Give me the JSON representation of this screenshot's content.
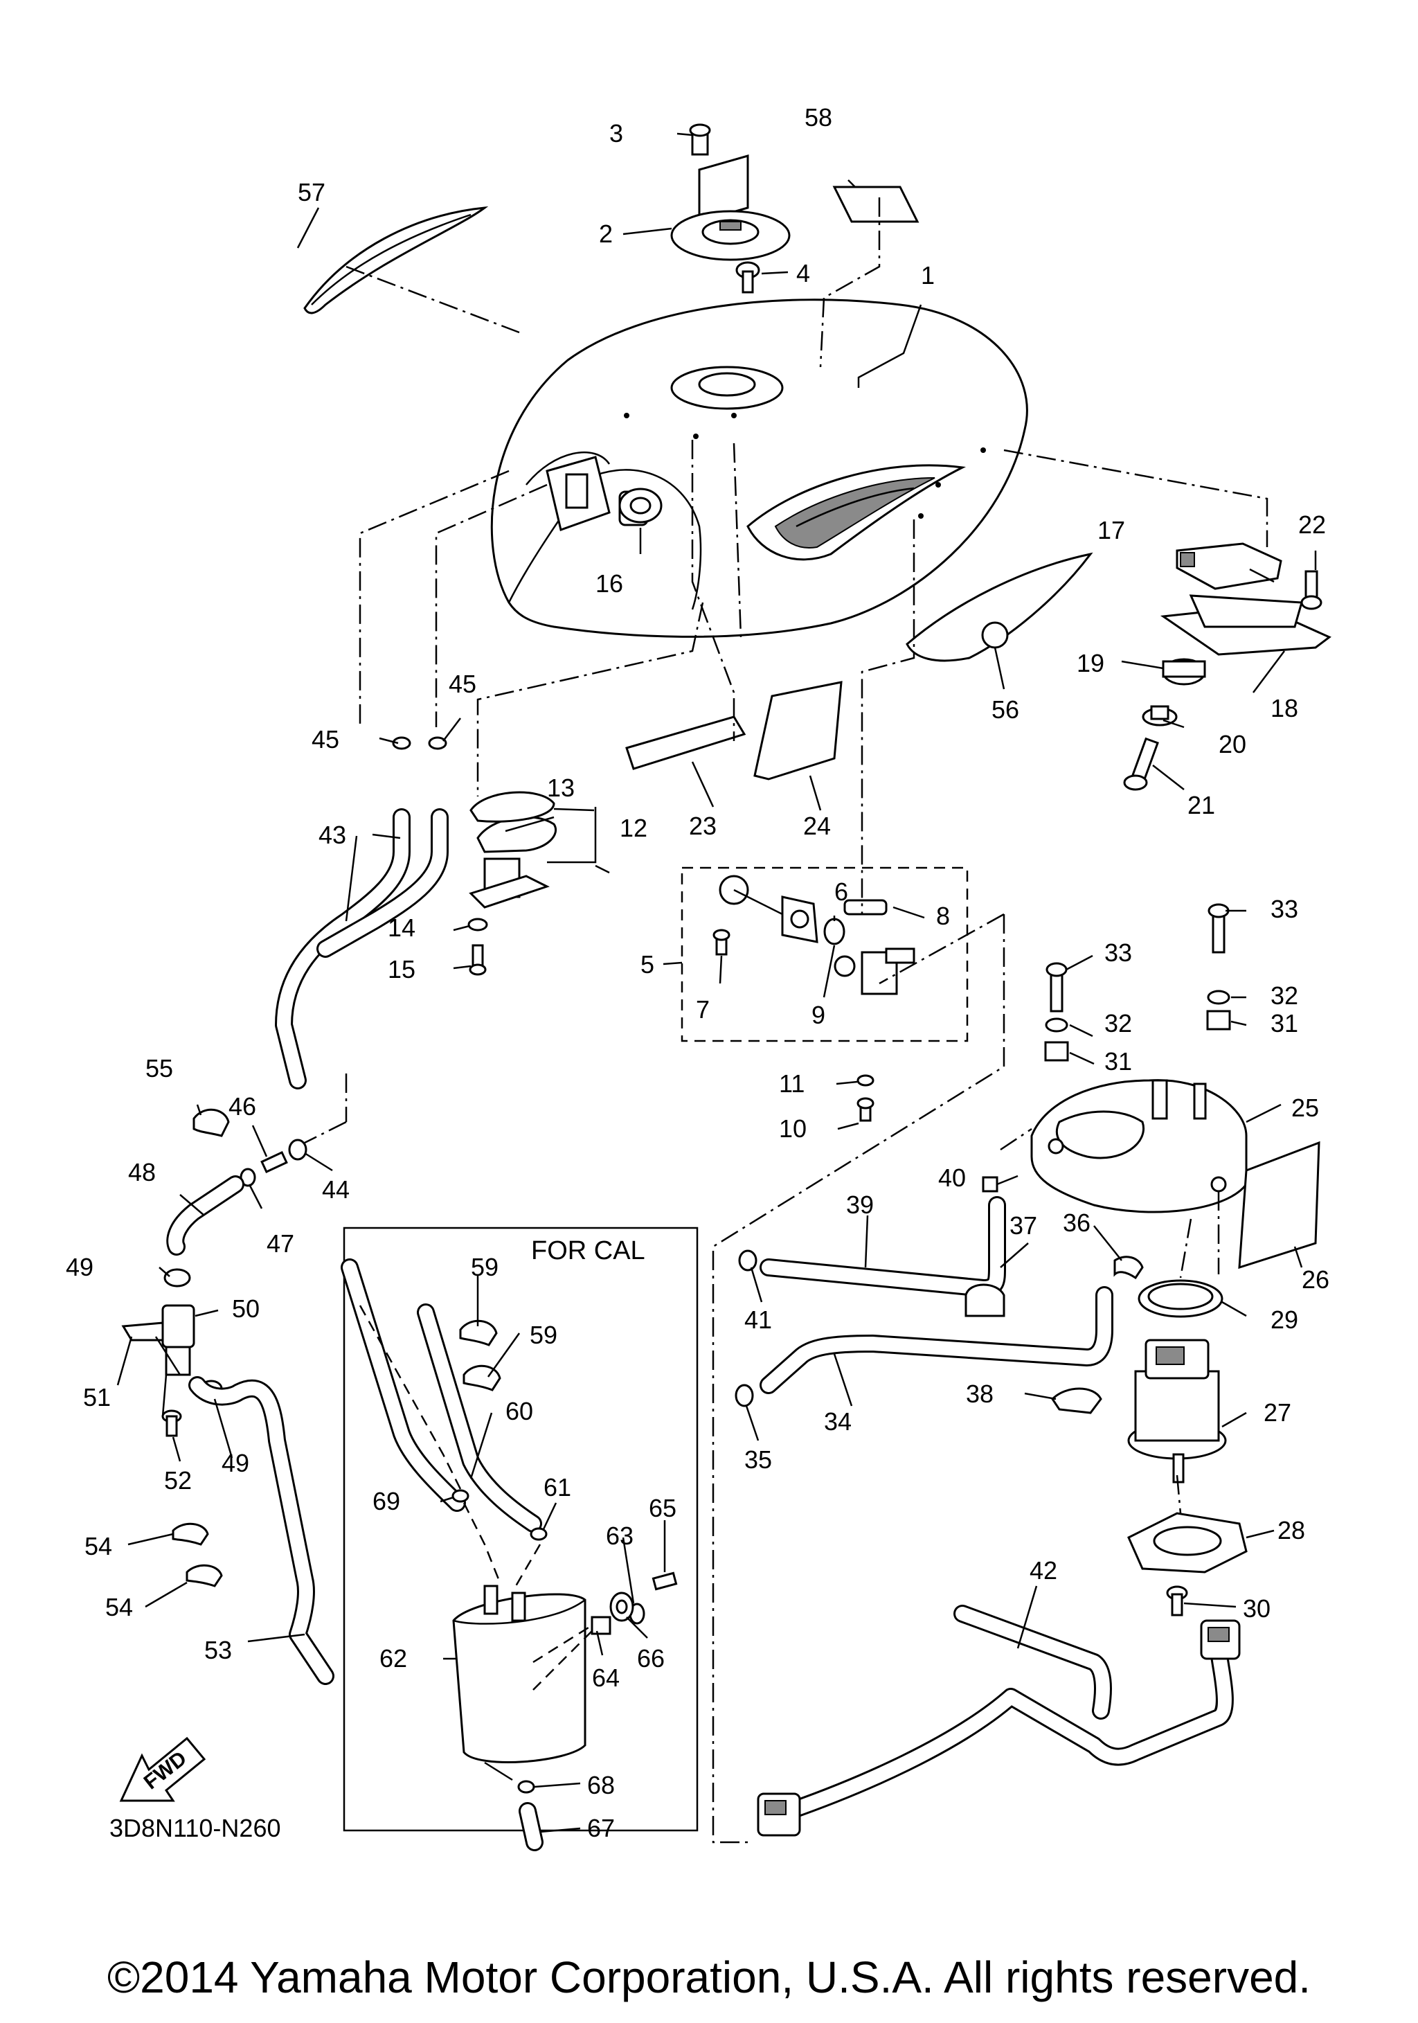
{
  "diagram": {
    "figure_code": "3D8N110-N260",
    "box_title": "FOR CAL",
    "fwd_label": "FWD",
    "copyright": "©2014 Yamaha Motor Corporation, U.S.A. All rights reserved.",
    "callouts": [
      "1",
      "2",
      "3",
      "4",
      "5",
      "6",
      "7",
      "8",
      "9",
      "10",
      "11",
      "12",
      "13",
      "14",
      "15",
      "16",
      "17",
      "18",
      "19",
      "20",
      "21",
      "22",
      "23",
      "24",
      "25",
      "26",
      "27",
      "28",
      "29",
      "30",
      "31",
      "31",
      "32",
      "32",
      "33",
      "33",
      "34",
      "35",
      "36",
      "37",
      "38",
      "39",
      "40",
      "41",
      "42",
      "43",
      "44",
      "45",
      "45",
      "46",
      "47",
      "48",
      "49",
      "49",
      "50",
      "51",
      "52",
      "53",
      "54",
      "54",
      "55",
      "56",
      "57",
      "58",
      "59",
      "59",
      "60",
      "61",
      "62",
      "63",
      "64",
      "65",
      "66",
      "67",
      "68",
      "69"
    ]
  }
}
